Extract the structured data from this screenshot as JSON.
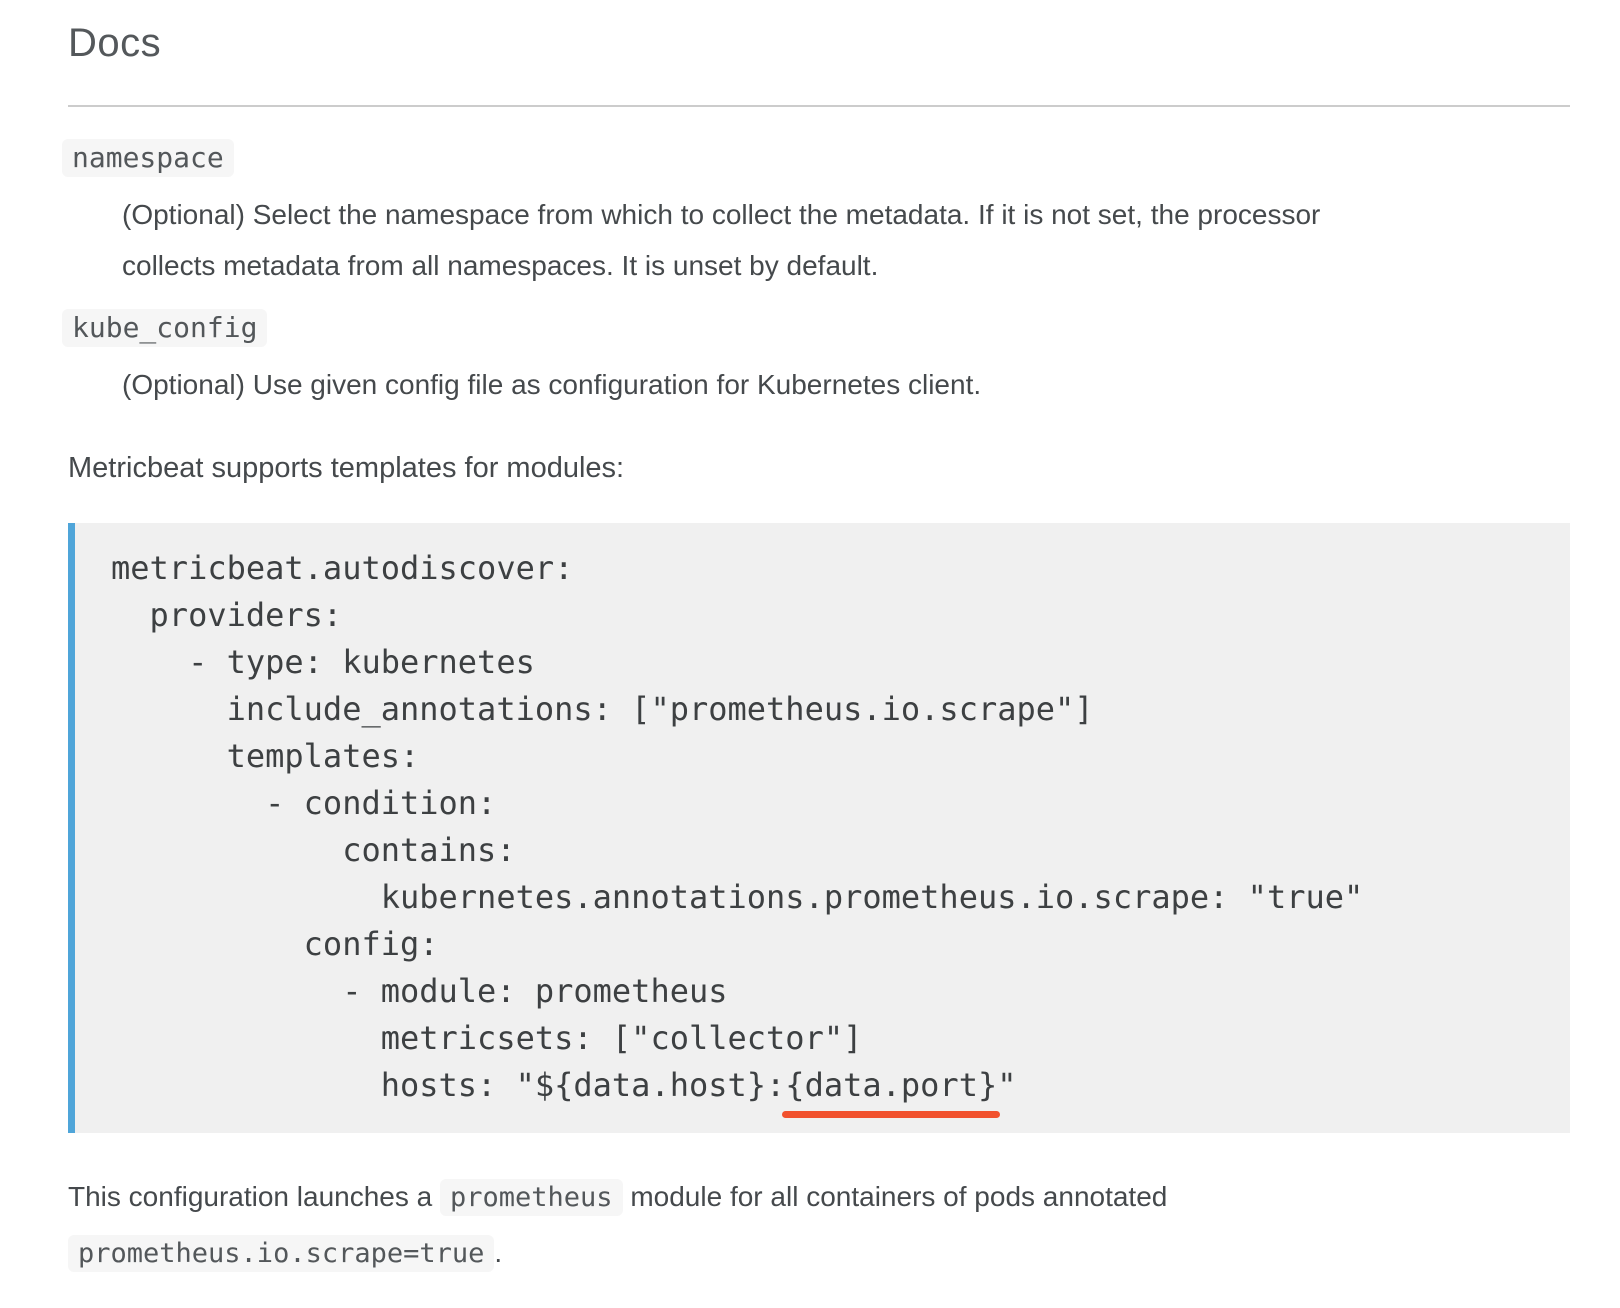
{
  "page": {
    "title": "Docs"
  },
  "definitions": [
    {
      "term": "namespace",
      "description_lines": [
        "(Optional) Select the namespace from which to collect the metadata. If it is not set, the processor",
        "collects metadata from all namespaces. It is unset by default."
      ]
    },
    {
      "term": "kube_config",
      "description_lines": [
        "(Optional) Use given config file as configuration for Kubernetes client."
      ]
    }
  ],
  "intro_paragraph": "Metricbeat supports templates for modules:",
  "code_block": {
    "accent_border_color": "#4fa5d9",
    "underline_color": "#f1512d",
    "lines": [
      "metricbeat.autodiscover:",
      "  providers:",
      "    - type: kubernetes",
      "      include_annotations: [\"prometheus.io.scrape\"]",
      "      templates:",
      "        - condition:",
      "            contains:",
      "              kubernetes.annotations.prometheus.io.scrape: \"true\"",
      "          config:",
      "            - module: prometheus",
      "              metricsets: [\"collector\"]",
      {
        "prefix": "              hosts: \"${data.host}:",
        "underline": "{data.port}",
        "suffix": "\""
      }
    ]
  },
  "closing_paragraph": {
    "segments": [
      {
        "type": "text",
        "content": "This configuration launches a "
      },
      {
        "type": "code",
        "content": "prometheus"
      },
      {
        "type": "text",
        "content": " module for all containers of pods annotated"
      },
      {
        "type": "break"
      },
      {
        "type": "code",
        "content": "prometheus.io.scrape=true"
      },
      {
        "type": "text",
        "content": "."
      }
    ]
  }
}
